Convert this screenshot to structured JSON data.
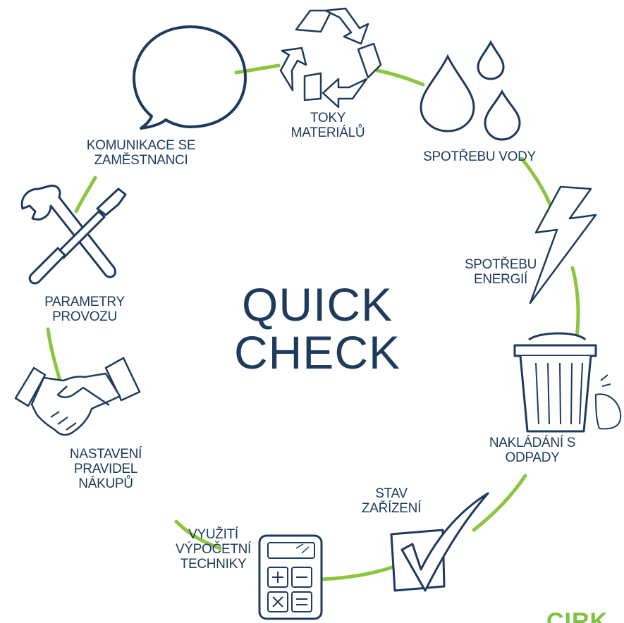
{
  "diagram": {
    "title_lines": [
      "QUICK",
      "CHECK"
    ],
    "ring_color": "#8cc63f",
    "text_color": "#1e3a5c",
    "nodes": [
      {
        "id": "material-flows",
        "icon": "recycle-icon",
        "lines": [
          "TOKY",
          "MATERIÁLŮ"
        ]
      },
      {
        "id": "water-consumption",
        "icon": "water-drops-icon",
        "lines": [
          "SPOTŘEBU VODY"
        ]
      },
      {
        "id": "energy-consumption",
        "icon": "lightning-icon",
        "lines": [
          "SPOTŘEBU",
          "ENERGIÍ"
        ]
      },
      {
        "id": "waste-handling",
        "icon": "trash-bin-icon",
        "lines": [
          "NAKLÁDÁNÍ S",
          "ODPADY"
        ]
      },
      {
        "id": "equipment-state",
        "icon": "checkbox-checkmark-icon",
        "lines": [
          "STAV",
          "ZAŘÍZENÍ"
        ]
      },
      {
        "id": "computing-technology",
        "icon": "calculator-icon",
        "lines": [
          "VYUŽITÍ",
          "VÝPOČETNÍ",
          "TECHNIKY"
        ]
      },
      {
        "id": "purchasing-rules",
        "icon": "handshake-icon",
        "lines": [
          "NASTAVENÍ",
          "PRAVIDEL",
          "NÁKUPŮ"
        ]
      },
      {
        "id": "operation-parameters",
        "icon": "wrench-screwdriver-icon",
        "lines": [
          "PARAMETRY",
          "PROVOZU"
        ]
      },
      {
        "id": "employee-communication",
        "icon": "speech-bubble-icon",
        "lines": [
          "KOMUNIKACE SE",
          "ZAMĚSTNANCI"
        ]
      }
    ]
  },
  "brand": {
    "text": "CIRK",
    "color": "#7fc241"
  }
}
